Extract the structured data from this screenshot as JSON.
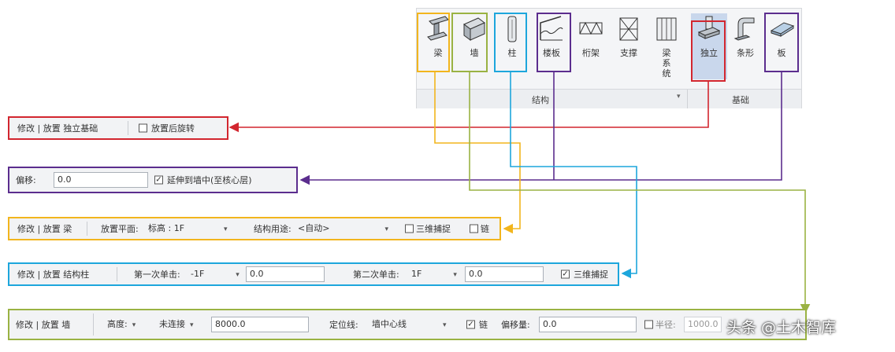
{
  "ribbon": {
    "buttons": [
      {
        "label": "梁",
        "icon": "beam-icon"
      },
      {
        "label": "墙",
        "icon": "wall-icon"
      },
      {
        "label": "柱",
        "icon": "column-icon"
      },
      {
        "label": "楼板",
        "icon": "floor-icon"
      },
      {
        "label": "桁架",
        "icon": "truss-icon"
      },
      {
        "label": "支撑",
        "icon": "brace-icon"
      },
      {
        "label": "梁系统",
        "icon": "beam-system-icon"
      },
      {
        "label": "独立",
        "icon": "isolated-foundation-icon"
      },
      {
        "label": "条形",
        "icon": "strip-foundation-icon"
      },
      {
        "label": "板",
        "icon": "slab-icon"
      }
    ],
    "groups": {
      "structure": "结构",
      "foundation": "基础"
    }
  },
  "bars": {
    "isolated": {
      "context": "修改 | 放置 独立基础",
      "rotate_label": "放置后旋转"
    },
    "floor": {
      "offset_label": "偏移:",
      "offset_value": "0.0",
      "extend_label": "延伸到墙中(至核心层)"
    },
    "beam": {
      "context": "修改 | 放置 梁",
      "plane_label": "放置平面:",
      "plane_value": "标高 : 1F",
      "usage_label": "结构用途:",
      "usage_value": "<自动>",
      "chain_3d_label": "三维捕捉",
      "chain_label": "链"
    },
    "column": {
      "context": "修改 | 放置 结构柱",
      "first_click_label": "第一次单击:",
      "first_click_value": "-1F",
      "first_offset": "0.0",
      "second_click_label": "第二次单击:",
      "second_click_value": "1F",
      "second_offset": "0.0",
      "snap_3d_label": "三维捕捉"
    },
    "wall": {
      "context": "修改 | 放置 墙",
      "depth_value": "高度:",
      "link_value": "未连接",
      "height_value": "8000.0",
      "locline_label": "定位线:",
      "locline_value": "墙中心线",
      "chain_label": "链",
      "offset_label": "偏移量:",
      "offset_value": "0.0",
      "radius_label": "半径:",
      "radius_value": "1000.0"
    }
  },
  "watermark": "头条 @土木智库",
  "colors": {
    "red": "#d2262f",
    "purple": "#5b2d8e",
    "yellow": "#f2b51d",
    "cyan": "#1da6dc",
    "olive": "#9ab243"
  }
}
